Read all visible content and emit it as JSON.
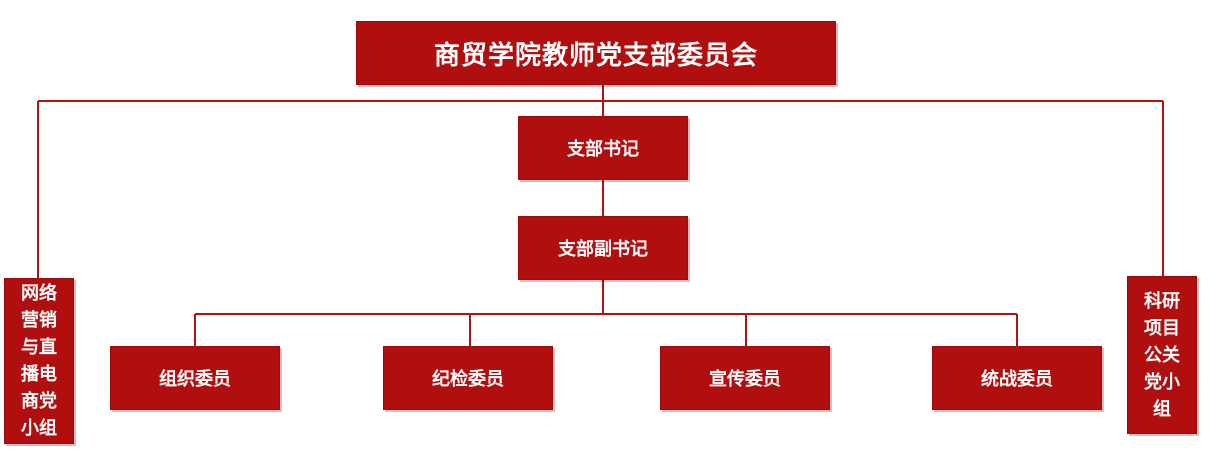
{
  "org_chart": {
    "title": "商贸学院教师党支部委员会",
    "secretary": "支部书记",
    "deputy_secretary": "支部副书记",
    "members": [
      "组织委员",
      "纪检委员",
      "宣传委员",
      "统战委员"
    ],
    "left_group": "网络营销与直播电商党小组",
    "right_group": "科研项目公关党小组"
  },
  "colors": {
    "box_fill": "#b10f0f",
    "connector": "#b11212",
    "text": "#ffffff",
    "background": "#ffffff"
  }
}
